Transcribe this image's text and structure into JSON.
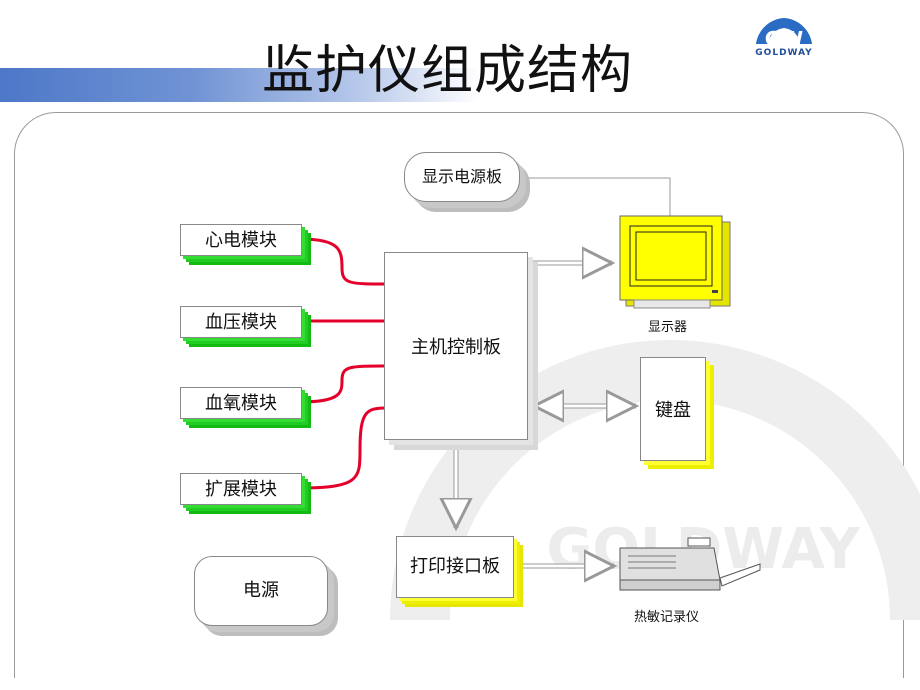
{
  "title": "监护仪组成结构",
  "logo": {
    "text": "GOLDWAY"
  },
  "watermark_text": "GOLDWAY",
  "diagram": {
    "display_power_board": "显示电源板",
    "modules": [
      "心电模块",
      "血压模块",
      "血氧模块",
      "扩展模块"
    ],
    "main_board": "主机控制板",
    "monitor_caption": "显示器",
    "keyboard": "键盘",
    "print_board": "打印接口板",
    "printer_caption": "热敏记录仪",
    "power": "电源"
  },
  "colors": {
    "module_shadow": "#22cc22",
    "accent_yellow": "#ffff00",
    "wire_red": "#e4002b",
    "header_blue": "#4d78c8"
  }
}
